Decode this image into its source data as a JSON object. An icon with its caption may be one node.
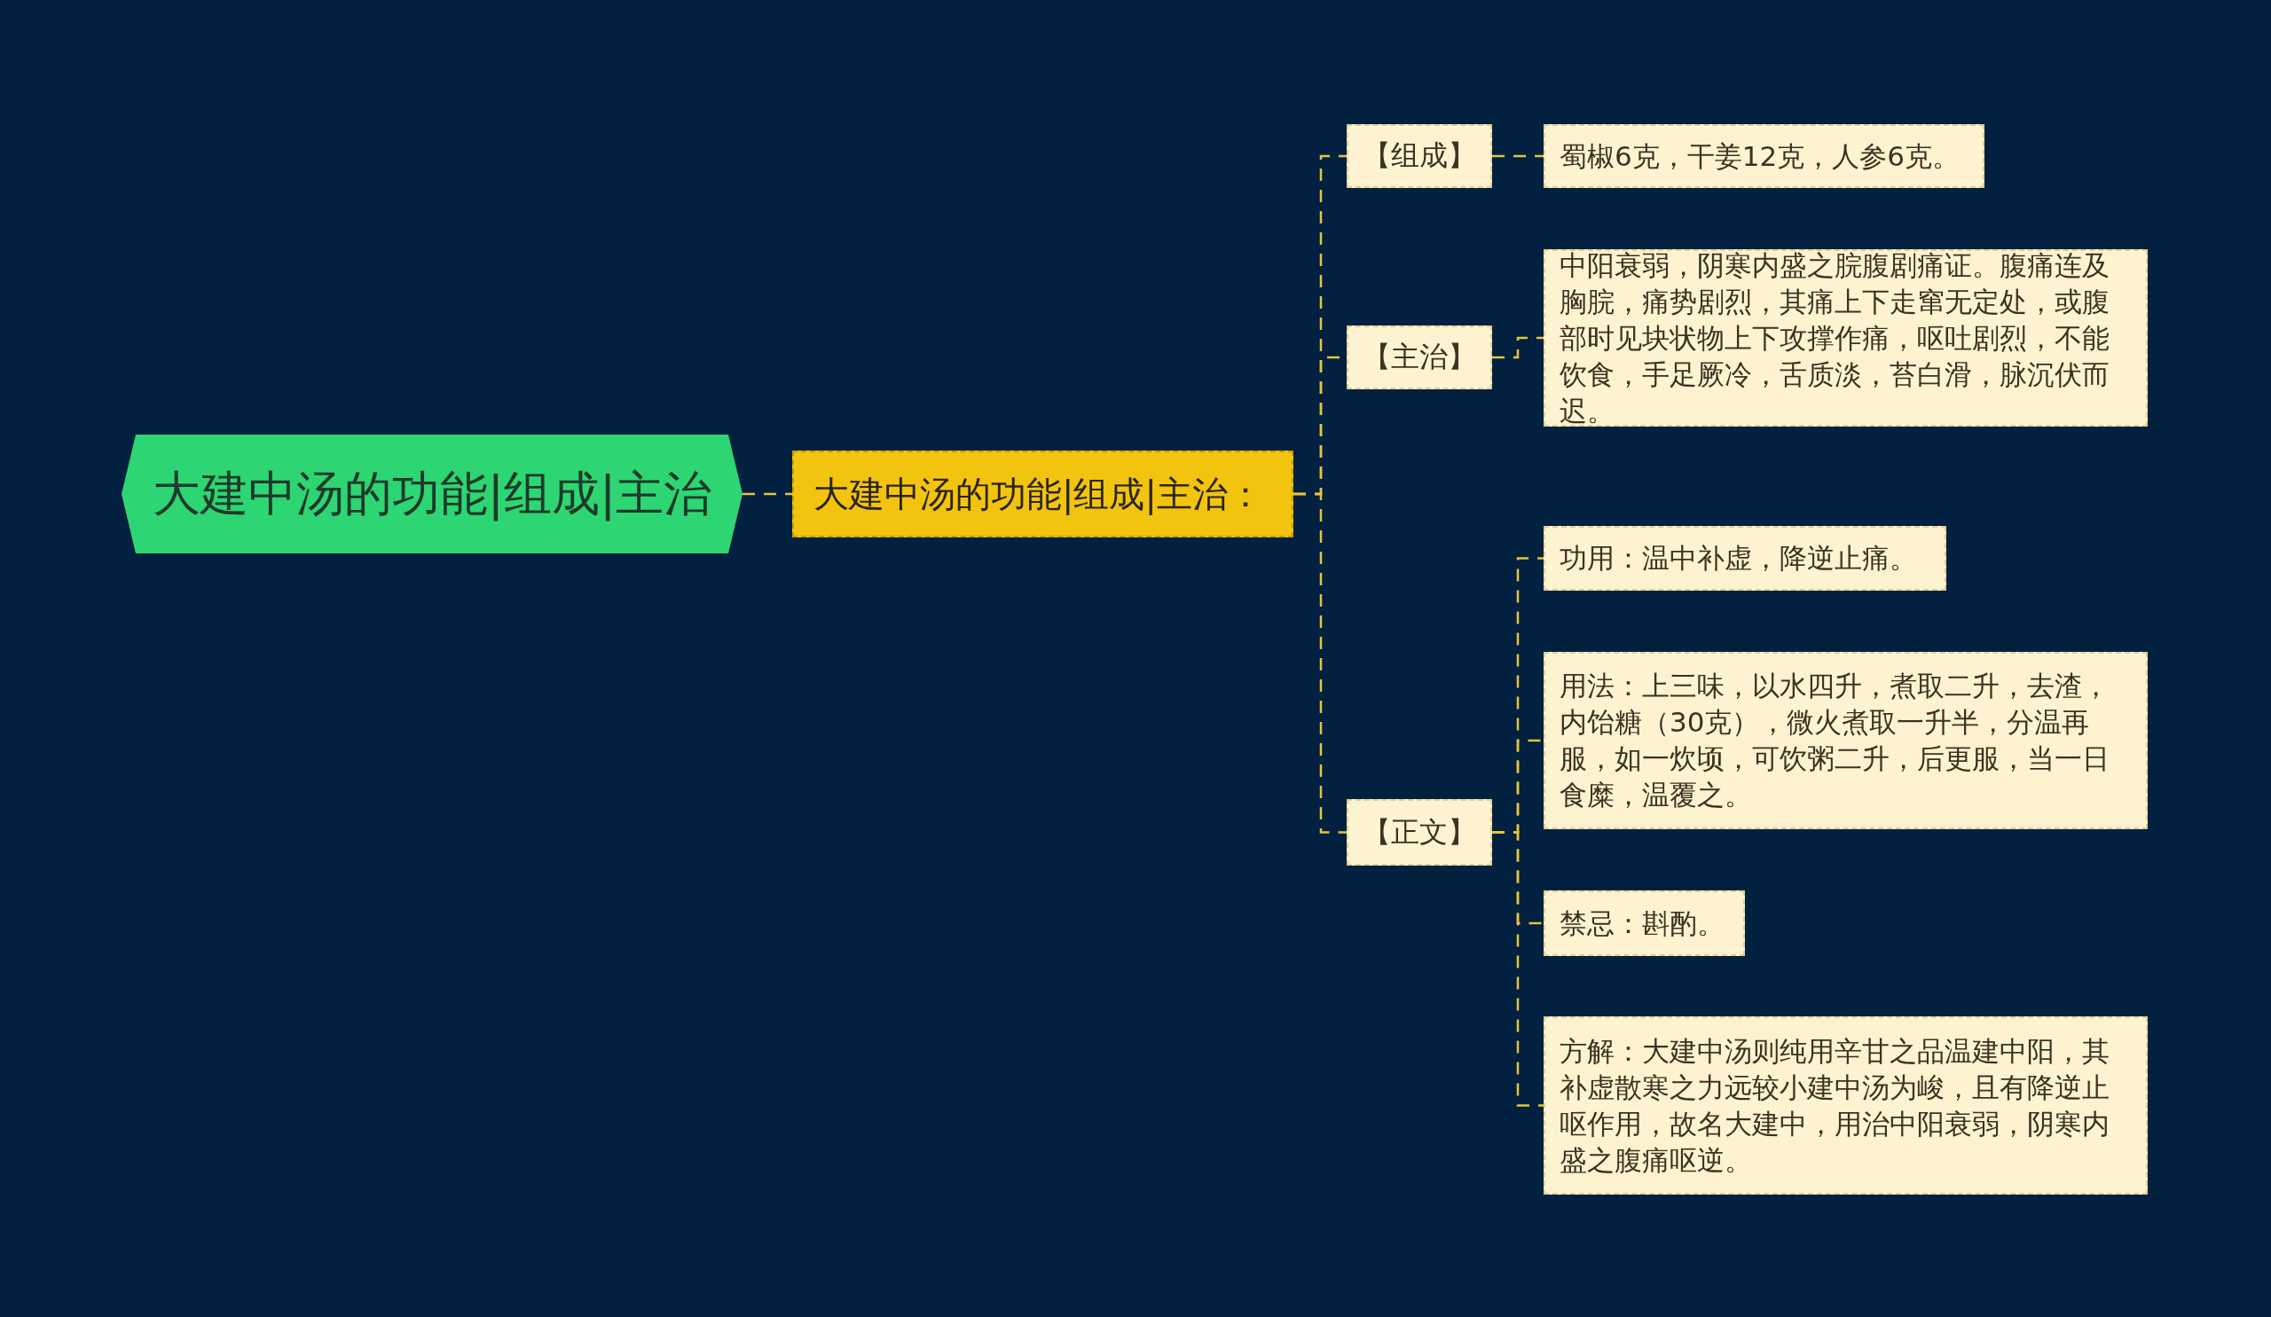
{
  "diagram": {
    "nodes": [
      {
        "text": [
          "大建中汤的功能|组成|主治"
        ]
      },
      {
        "text": [
          "大建中汤的功能|组成|主治："
        ]
      },
      {
        "text": [
          "【组成】"
        ]
      },
      {
        "text": [
          "【主治】"
        ]
      },
      {
        "text": [
          "【正文】"
        ]
      },
      {
        "text": [
          "蜀椒6克，干姜12克，人参6克。"
        ]
      },
      {
        "text": [
          "中阳衰弱，阴寒内盛之脘腹剧痛证。腹痛连及胸脘，痛势剧烈，其痛上下走窜无定处，或腹部时见块状物上下攻撑作痛，呕吐剧烈，不能饮食，手足厥冷，舌质淡，苔白滑，脉沉伏而迟。"
        ]
      },
      {
        "text": [
          "功用：温中补虚，降逆止痛。"
        ]
      },
      {
        "text": [
          "用法：上三味，以水四升，煮取二升，去渣，内饴糖（30克），微火煮取一升半，分温再服，如一炊顷，可饮粥二升，后更服，当一日食糜，温覆之。"
        ]
      },
      {
        "text": [
          "禁忌：斟酌。"
        ]
      },
      {
        "text": [
          "方解：大建中汤则纯用辛甘之品温建中阳，其补虚散寒之力远较小建中汤为峻，且有降逆止呕作用，故名大建中，用治中阳衰弱，阴寒内盛之腹痛呕逆。"
        ]
      }
    ],
    "edges": [
      {
        "from": 0,
        "to": 1,
        "arrow": "none"
      },
      {
        "from": 1,
        "to": 2,
        "arrow": "none"
      },
      {
        "from": 1,
        "to": 3,
        "arrow": "none"
      },
      {
        "from": 1,
        "to": 4,
        "arrow": "none"
      },
      {
        "from": 2,
        "to": 5,
        "arrow": "none"
      },
      {
        "from": 3,
        "to": 6,
        "arrow": "none"
      },
      {
        "from": 4,
        "to": 7,
        "arrow": "none"
      },
      {
        "from": 4,
        "to": 8,
        "arrow": "none"
      },
      {
        "from": 4,
        "to": 9,
        "arrow": "none"
      },
      {
        "from": 4,
        "to": 10,
        "arrow": "none"
      }
    ]
  }
}
